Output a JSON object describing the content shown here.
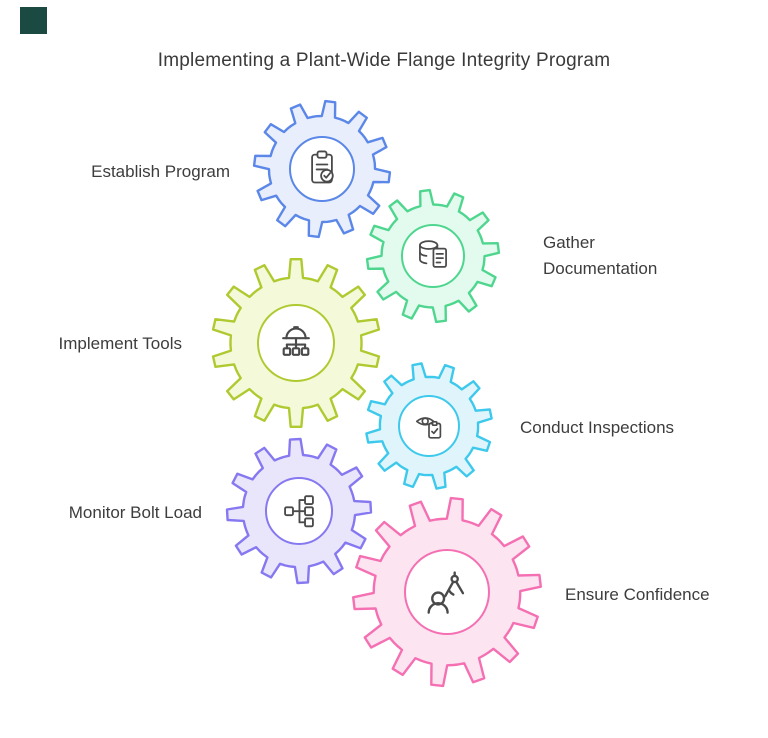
{
  "title": "Implementing a Plant-Wide Flange Integrity Program",
  "corner_accent_color": "#1b4a42",
  "icon_stroke_color": "#4a4a4a",
  "steps": [
    {
      "label": "Establish Program",
      "side": "left",
      "icon": "clipboard-check-icon",
      "stroke": "#5b87e8",
      "fill": "#e8eefb"
    },
    {
      "label": "Gather Documentation",
      "side": "right",
      "icon": "database-document-icon",
      "stroke": "#4fd68e",
      "fill": "#e3fbef"
    },
    {
      "label": "Implement Tools",
      "side": "left",
      "icon": "hard-hat-hierarchy-icon",
      "stroke": "#aeca30",
      "fill": "#f4f9d9"
    },
    {
      "label": "Conduct Inspections",
      "side": "right",
      "icon": "eye-checklist-icon",
      "stroke": "#3ec9ec",
      "fill": "#dff5fb"
    },
    {
      "label": "Monitor Bolt Load",
      "side": "left",
      "icon": "branch-nodes-icon",
      "stroke": "#8678f0",
      "fill": "#e9e6fc"
    },
    {
      "label": "Ensure Confidence",
      "side": "right",
      "icon": "person-compass-icon",
      "stroke": "#f470b2",
      "fill": "#fce4f1"
    }
  ]
}
